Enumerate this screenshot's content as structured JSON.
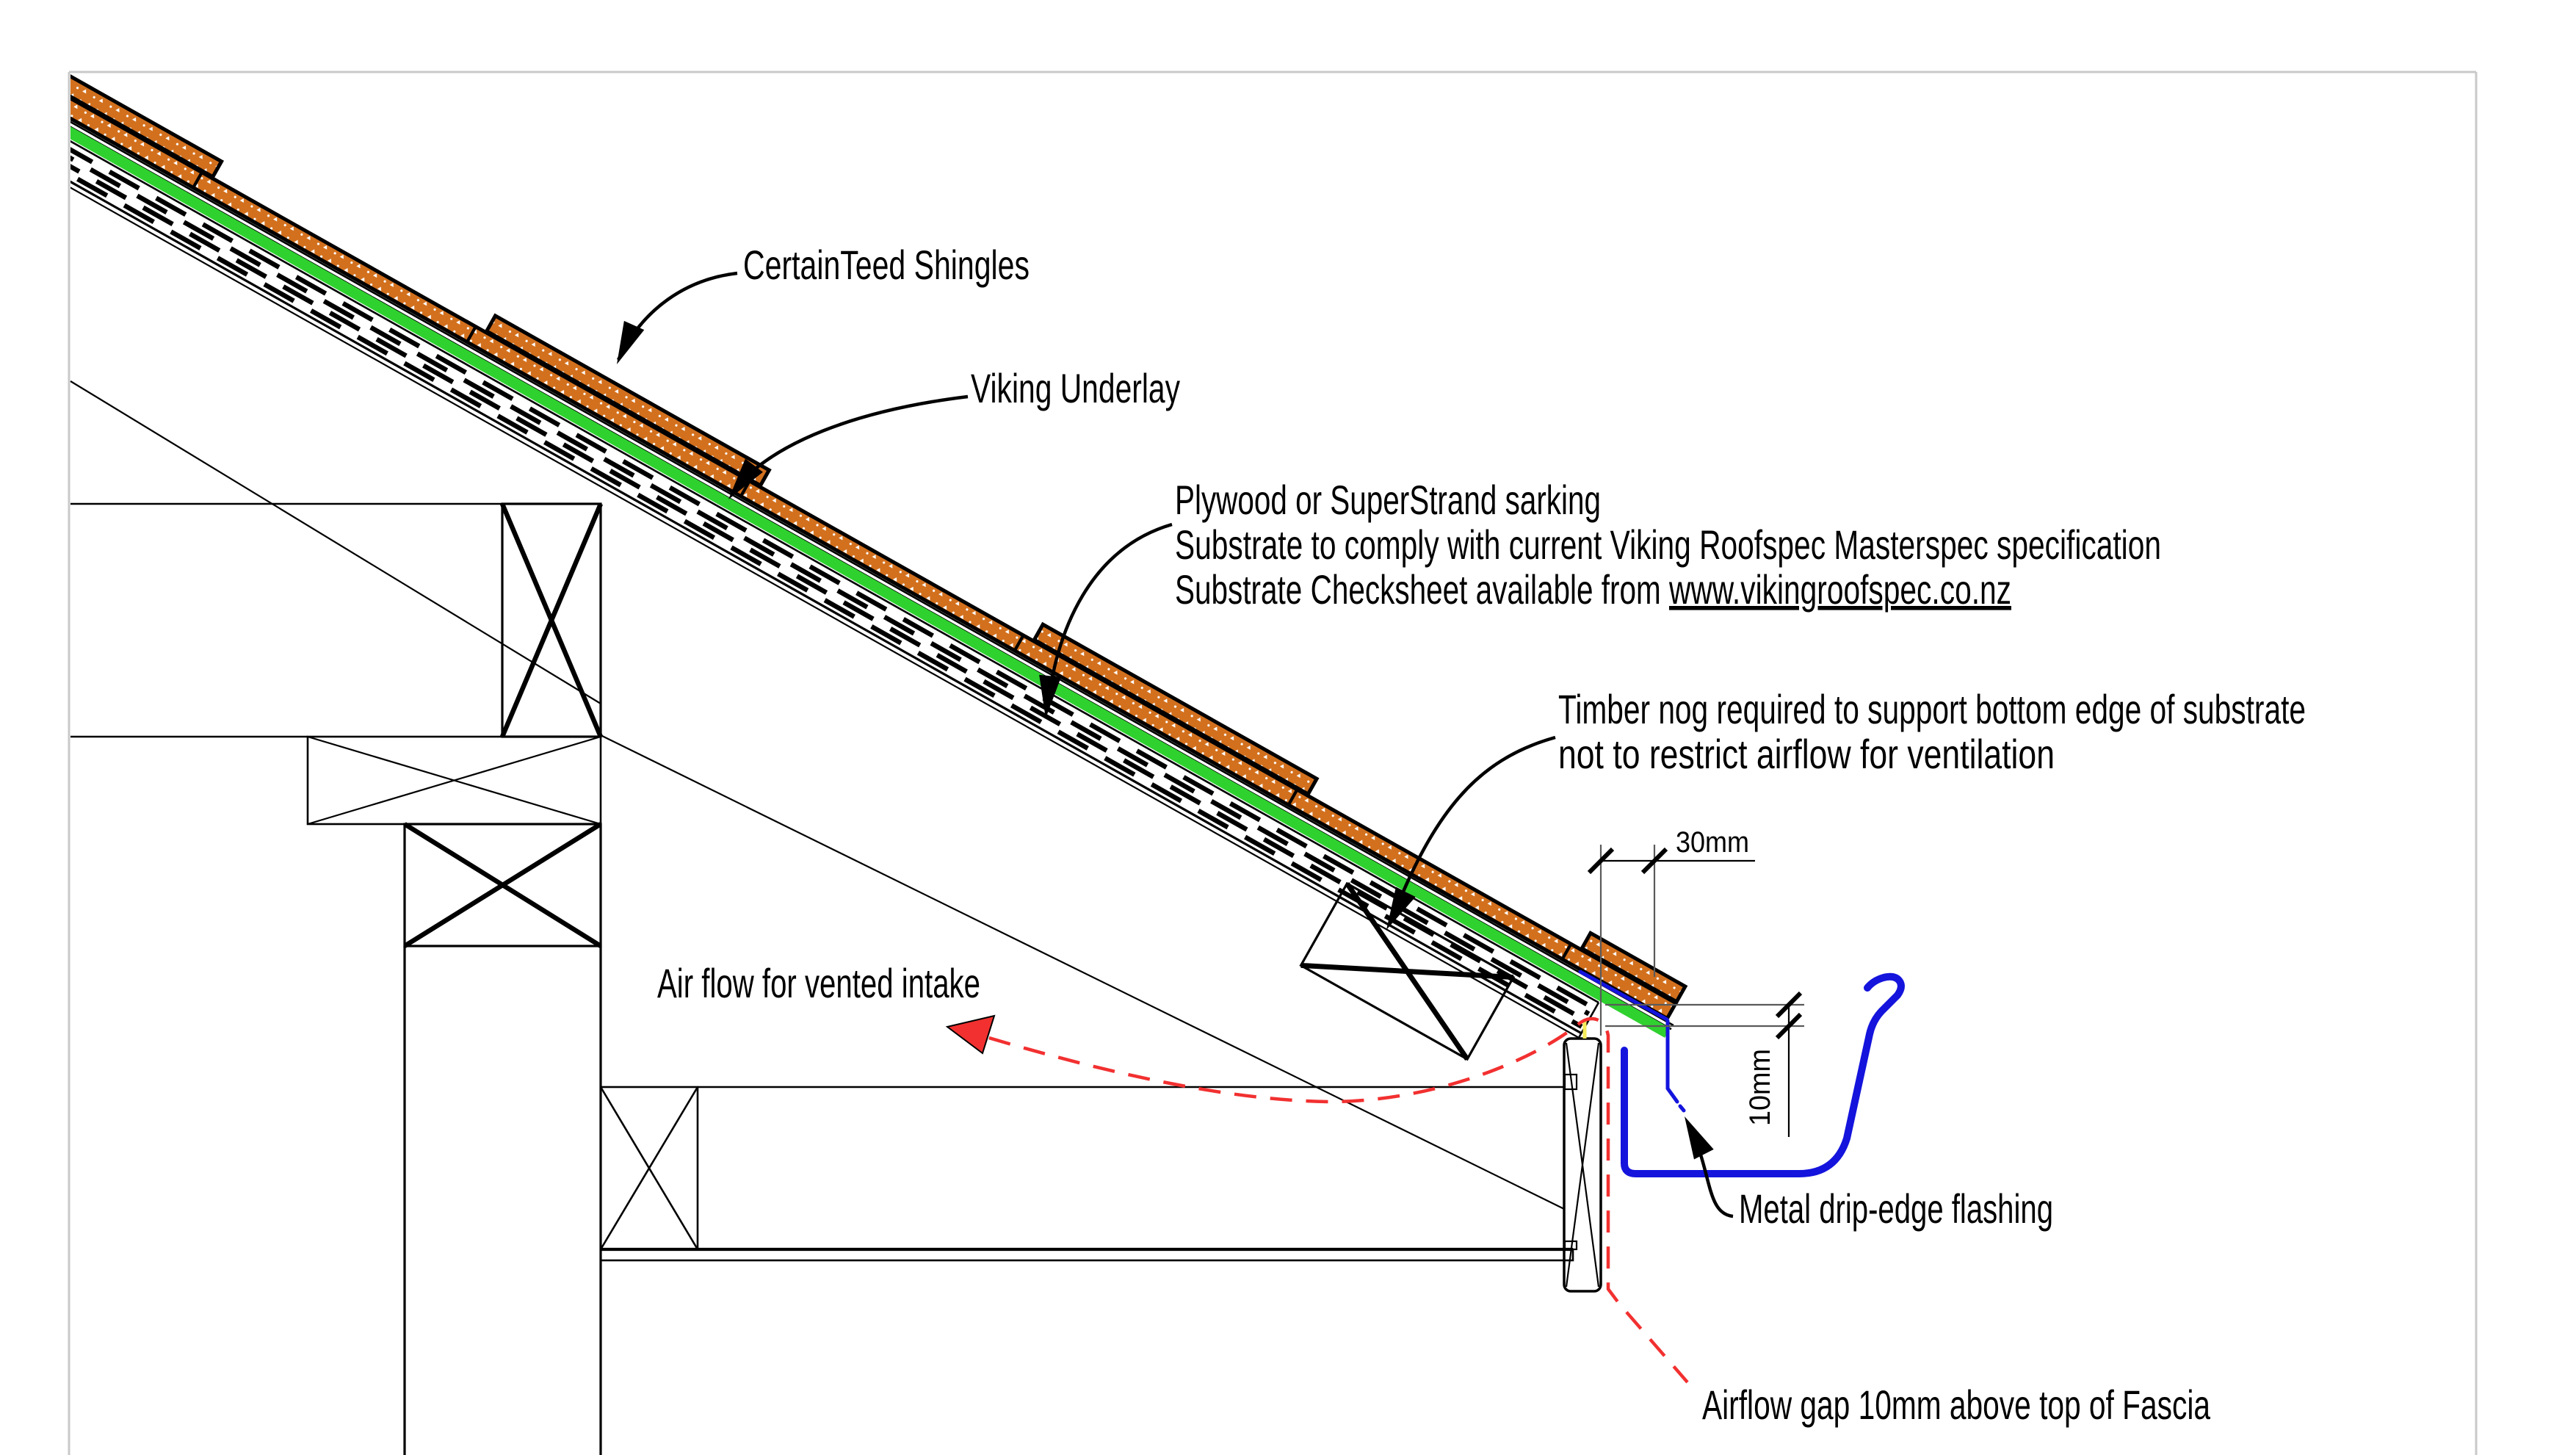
{
  "drawing": {
    "labels": {
      "shingles": "CertainTeed Shingles",
      "underlay": "Viking Underlay",
      "sarking_line1": "Plywood or SuperStrand sarking",
      "sarking_line2": "Substrate to comply with current Viking Roofspec Masterspec specification",
      "sarking_line3_prefix": "Substrate Checksheet available from ",
      "sarking_url": "www.vikingroofspec.co.nz",
      "nog_line1": "Timber nog required to support bottom edge of substrate",
      "nog_line2": "not to restrict airflow for ventilation",
      "airflow_intake": "Air flow for vented intake",
      "drip_edge": "Metal drip-edge flashing",
      "airflow_gap": "Airflow gap 10mm above top of Fascia"
    },
    "dimensions": {
      "overhang": "30mm",
      "gap": "10mm"
    },
    "colors": {
      "shingle_fill": "#d2701e",
      "underlay_green": "#2fd12f",
      "flashing_blue": "#1414dd",
      "airflow_red": "#f23030",
      "highlight_yellow": "#f3ec5a",
      "dim_gray": "#5a5a5a",
      "border_gray": "#c9c9c9"
    }
  }
}
